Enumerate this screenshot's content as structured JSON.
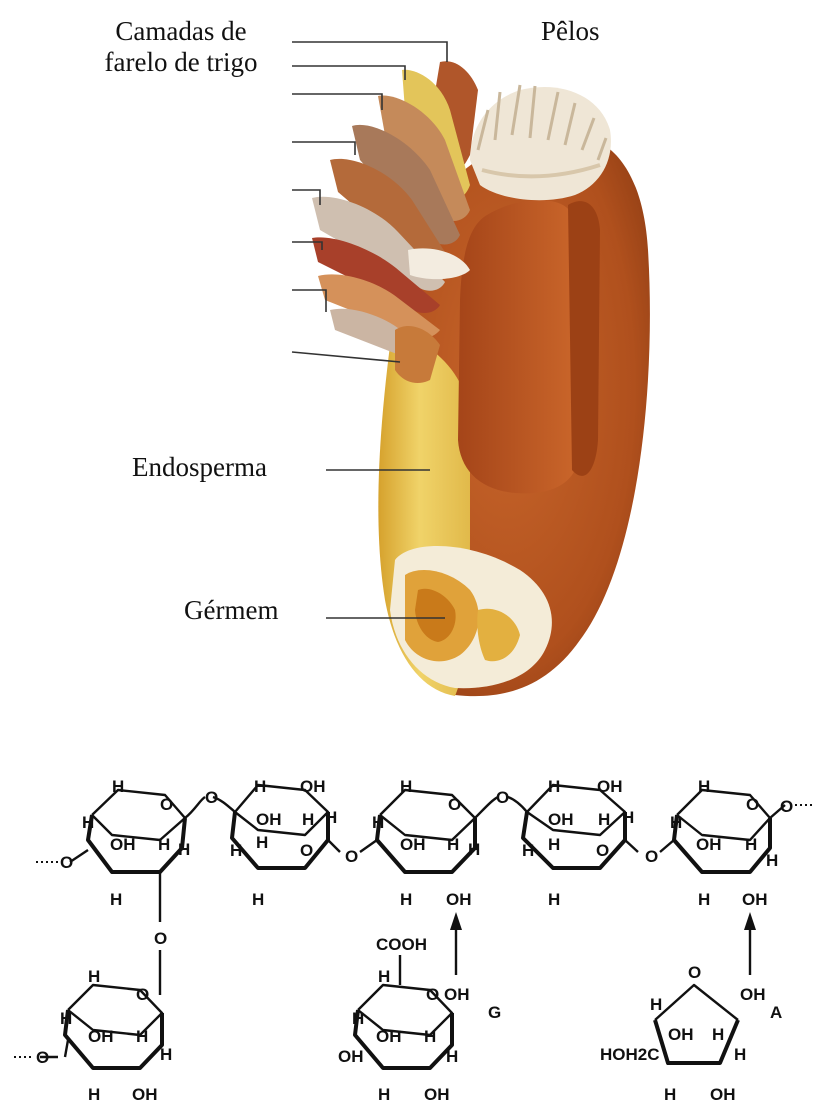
{
  "grain_labels": {
    "bran_layers_line1": "Camadas de",
    "bran_layers_line2": "farelo de trigo",
    "hairs": "Pêlos",
    "endosperm": "Endosperma",
    "germ": "Gérmem"
  },
  "structure_labels": {
    "glucuronic_acid_letter": "G",
    "arabinose_letter": "A",
    "carboxyl_group": "COOH",
    "hydroxymethyl_group": "HOH2C",
    "hydrogen": "H",
    "hydroxyl": "OH",
    "ring_oxygen": "O"
  },
  "colors": {
    "grain_body": "#b5521f",
    "endosperm": "#e7c44e",
    "bran_light": "#d9b89a",
    "hairs": "#efe6d6"
  }
}
